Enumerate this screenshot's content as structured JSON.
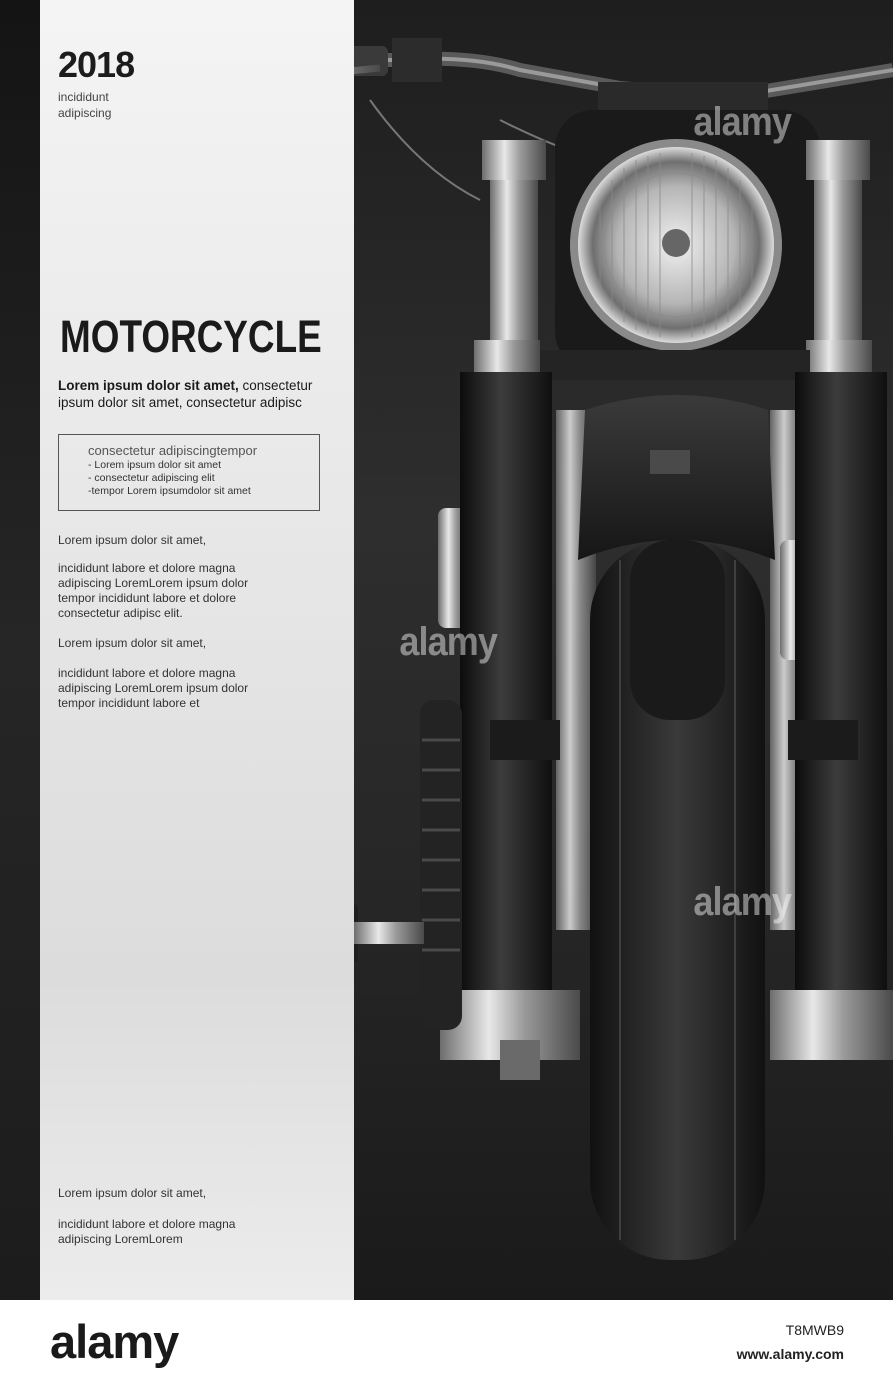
{
  "header": {
    "year": "2018",
    "sub_line1": "incididunt",
    "sub_line2": "adipiscing"
  },
  "title": "MOTORCYCLE",
  "lead": {
    "bold": "Lorem ipsum dolor sit amet,",
    "rest_line1": " consectetur",
    "line2": "ipsum dolor sit amet, consectetur adipisc"
  },
  "box": {
    "heading": "consectetur adipiscingtempor",
    "items": [
      "- Lorem ipsum dolor sit amet",
      "- consectetur adipiscing elit",
      "-tempor Lorem ipsumdolor sit amet"
    ]
  },
  "paragraphs": [
    [
      "Lorem ipsum dolor sit amet,"
    ],
    [
      "incididunt labore et dolore magna",
      "adipiscing LoremLorem ipsum dolor",
      "tempor incididunt labore et dolore",
      "consectetur adipisc elit."
    ],
    [
      "Lorem ipsum dolor sit amet,"
    ],
    [
      "incididunt labore et dolore magna",
      "adipiscing LoremLorem ipsum dolor",
      "tempor incididunt labore et"
    ],
    [
      "Lorem ipsum dolor sit amet,"
    ],
    [
      "incididunt labore et dolore magna",
      "adipiscing LoremLorem"
    ]
  ],
  "watermark": "alamy",
  "footer": {
    "brand": "alamy",
    "image_id": "T8MWB9",
    "site": "www.alamy.com"
  },
  "colors": {
    "panel": "#e8e8e8",
    "background": "#262626",
    "text": "#1a1a1a"
  }
}
